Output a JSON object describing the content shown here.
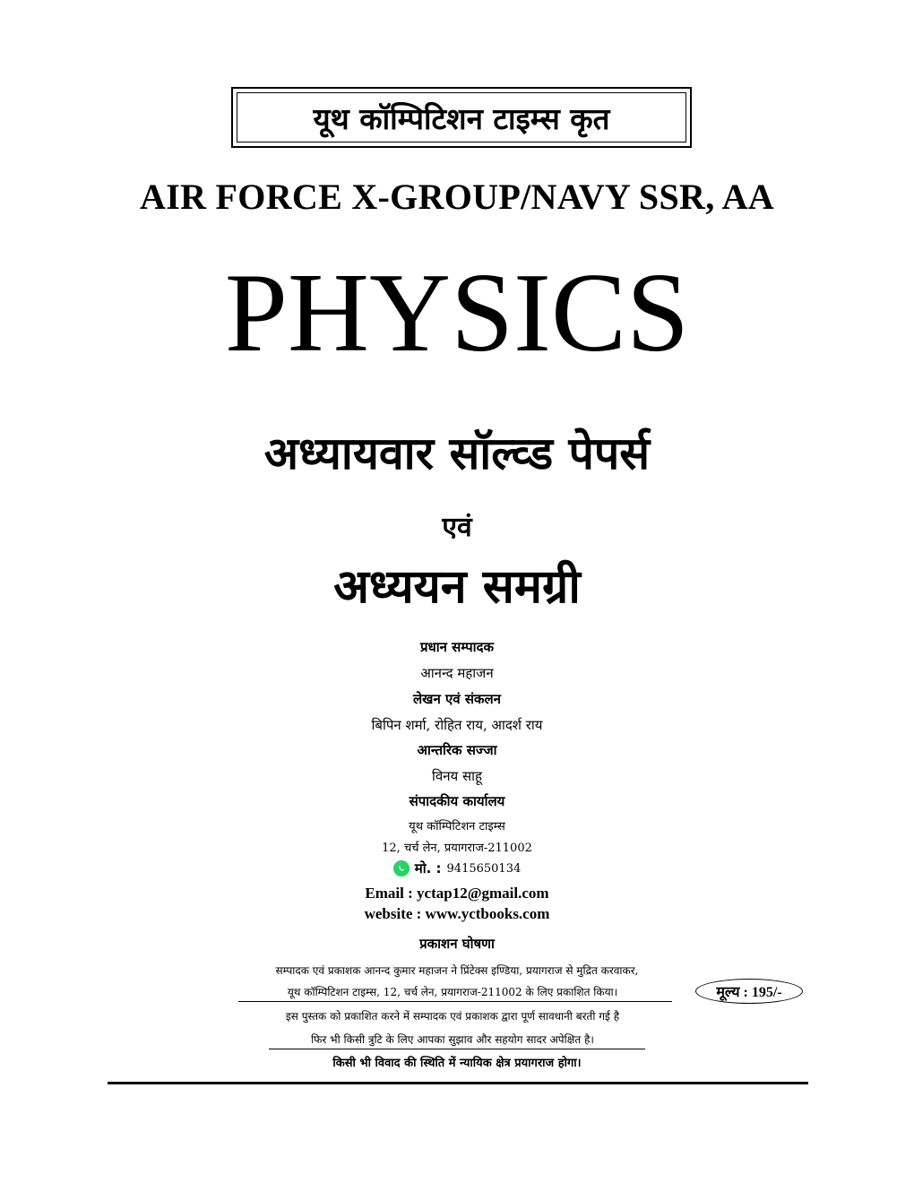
{
  "header_box": {
    "text": "यूथ कॉम्पिटिशन टाइम्स कृत"
  },
  "exam_title": "AIR FORCE X-GROUP/NAVY SSR, AA",
  "subject": "PHYSICS",
  "subtitle_1": "अध्यायवार सॉल्व्ड पेपर्स",
  "subtitle_conj": "एवं",
  "subtitle_2": "अध्ययन समग्री",
  "credits": {
    "chief_editor_label": "प्रधान सम्पादक",
    "chief_editor": "आनन्द महाजन",
    "writers_label": "लेखन एवं संकलन",
    "writers": "बिपिन शर्मा, रोहित राय, आदर्श राय",
    "design_label": "आन्तरिक सज्जा",
    "designer": "विनय साहू",
    "office_label": "संपादकीय कार्यालय",
    "office_name": "यूथ कॉम्पिटिशन टाइम्स",
    "office_address": "12, चर्च लेन, प्रयागराज-211002",
    "mobile_label": "मो. :",
    "mobile": "9415650134",
    "email": "Email : yctap12@gmail.com",
    "website": "website : www.yctbooks.com"
  },
  "publication": {
    "label": "प्रकाशन घोषणा",
    "line1": "सम्पादक एवं प्रकाशक आनन्द कुमार महाजन ने प्रिंटेक्स इण्डिया, प्रयागराज से मुद्रित करवाकर,",
    "line2": "यूथ कॉम्पिटिशन टाइम्स, 12, चर्च लेन, प्रयागराज-211002 के लिए प्रकाशित किया।",
    "line3": "इस पुस्तक को प्रकाशित करने में सम्पादक एवं प्रकाशक द्वारा पूर्ण सावधानी बरती गई है",
    "line4": "फिर भी किसी त्रुटि के लिए आपका सुझाव और सहयोग सादर अपेक्षित है।",
    "line5": "किसी भी विवाद की स्थिति में न्यायिक क्षेत्र प्रयागराज होगा।",
    "price": "मूल्य : 195/-"
  },
  "icons": {
    "phone": "whatsapp-icon"
  },
  "colors": {
    "whatsapp": "#25d366"
  }
}
